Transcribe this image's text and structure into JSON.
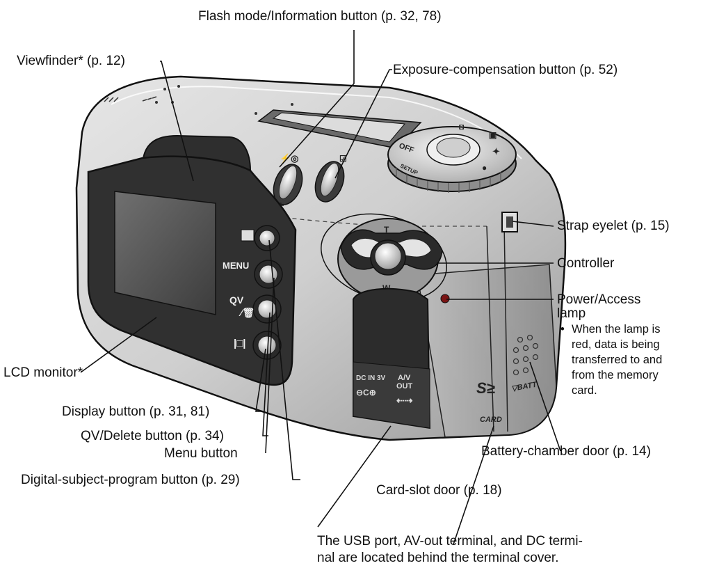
{
  "labels": {
    "flash": "Flash mode/Information button (p. 32, 78)",
    "viewfinder": "Viewfinder* (p. 12)",
    "exposure": "Exposure-compensation button (p. 52)",
    "strap": "Strap eyelet (p. 15)",
    "controller": "Controller",
    "power_line1": "Power/Access",
    "power_line2": "lamp",
    "lcd": "LCD monitor*",
    "display": "Display button (p. 31, 81)",
    "qv": "QV/Delete button (p. 34)",
    "menu": "Menu button",
    "dsp": "Digital-subject-program button (p. 29)",
    "battery": "Battery-chamber door (p. 14)",
    "card_door": "Card-slot door (p. 18)",
    "usb_line1": "The USB port, AV-out terminal, and DC termi-",
    "usb_line2": "nal are located behind the terminal cover."
  },
  "lamp_note": {
    "bullet": "•",
    "lines": [
      "When the lamp is",
      "red, data is being",
      "transferred to and",
      "from the memory",
      "card."
    ]
  },
  "camera_markings": {
    "menu": "MENU",
    "qv": "QV",
    "tele": "T",
    "wide": "W",
    "dc_in": "DC IN 3V",
    "av": "A/V",
    "av_out": "OUT",
    "card": "CARD",
    "batt": "▽BATT",
    "dial_off": "OFF",
    "dial_setup": "SETUP"
  }
}
